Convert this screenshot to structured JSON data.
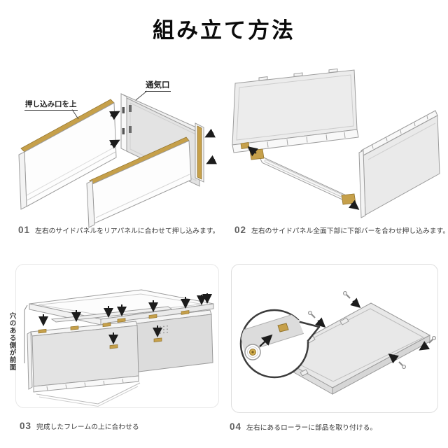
{
  "page": {
    "title": "組み立て方法"
  },
  "steps": [
    {
      "number": "01",
      "caption": "左右のサイドパネルをリアパネルに合わせて押し込みます。",
      "annotations": [
        "押し込み口を上",
        "通気口"
      ]
    },
    {
      "number": "02",
      "caption": "左右のサイドパネル全面下部に下部バーを合わせ押し込みます。",
      "annotations": []
    },
    {
      "number": "03",
      "caption": "完成したフレームの上に合わせる",
      "annotations": [
        "穴のある側が前面"
      ]
    },
    {
      "number": "04",
      "caption": "左右にあるローラーに部品を取り付ける。",
      "annotations": []
    }
  ],
  "colors": {
    "accent_gold": "#c6a04a",
    "gold_edge": "#93752f",
    "panel_gray": "#e3e3e3",
    "outline_gray": "#9c9c9c",
    "border_gray": "#dedede",
    "arrow_black": "#1c1c1c",
    "text_dark": "#3a3a3a",
    "step_number_gray": "#5f5f5f",
    "title_black": "#0b0b0b"
  }
}
